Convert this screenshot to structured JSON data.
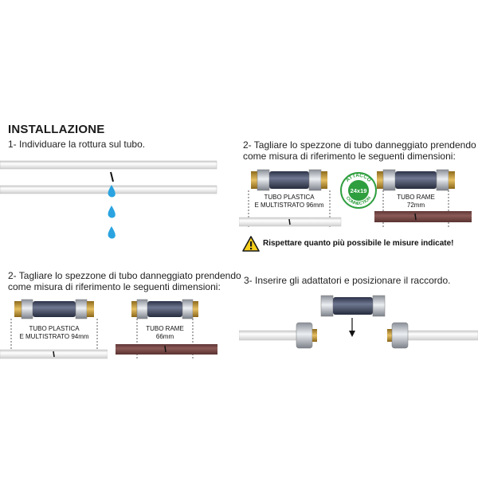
{
  "title": "INSTALLAZIONE",
  "step1": {
    "text": "1- Individuare la rottura sul tubo."
  },
  "step2_left": {
    "line1": "2- Tagliare lo spezzone di tubo danneggiato prendendo",
    "line2": "come misura di riferimento le seguenti dimensioni:",
    "plastic_label_1": "TUBO PLASTICA",
    "plastic_label_2": "E MULTISTRATO 94mm",
    "copper_label_1": "TUBO RAME",
    "copper_label_2": "66mm"
  },
  "step2_right": {
    "line1": "2- Tagliare lo spezzone di tubo danneggiato prendendo",
    "line2": "come misura di riferimento le seguenti dimensioni:",
    "plastic_label_1": "TUBO PLASTICA",
    "plastic_label_2": "E MULTISTRATO 96mm",
    "copper_label_1": "TUBO RAME",
    "copper_label_2": "72mm",
    "badge": {
      "top": "ATTACCO",
      "middle": "24x19",
      "bottom": "CONNECTION"
    }
  },
  "warning": {
    "text": "Rispettare quanto più possibile le misure indicate!"
  },
  "step3": {
    "text": "3- Inserire gli adattatori e posizionare il raccordo."
  },
  "colors": {
    "copper_pipe": "#7a4c4a",
    "plastic_pipe": "#eeeeee",
    "water_drop": "#2aa3e0",
    "badge_green": "#2e9e3e",
    "warning_yellow": "#f6cf1a",
    "fitting_body": "#3a4257",
    "fitting_brass": "#c9a24a"
  },
  "icons": [
    "water-drop-icon",
    "warning-icon",
    "arrow-down-icon",
    "attacco-badge-icon"
  ]
}
